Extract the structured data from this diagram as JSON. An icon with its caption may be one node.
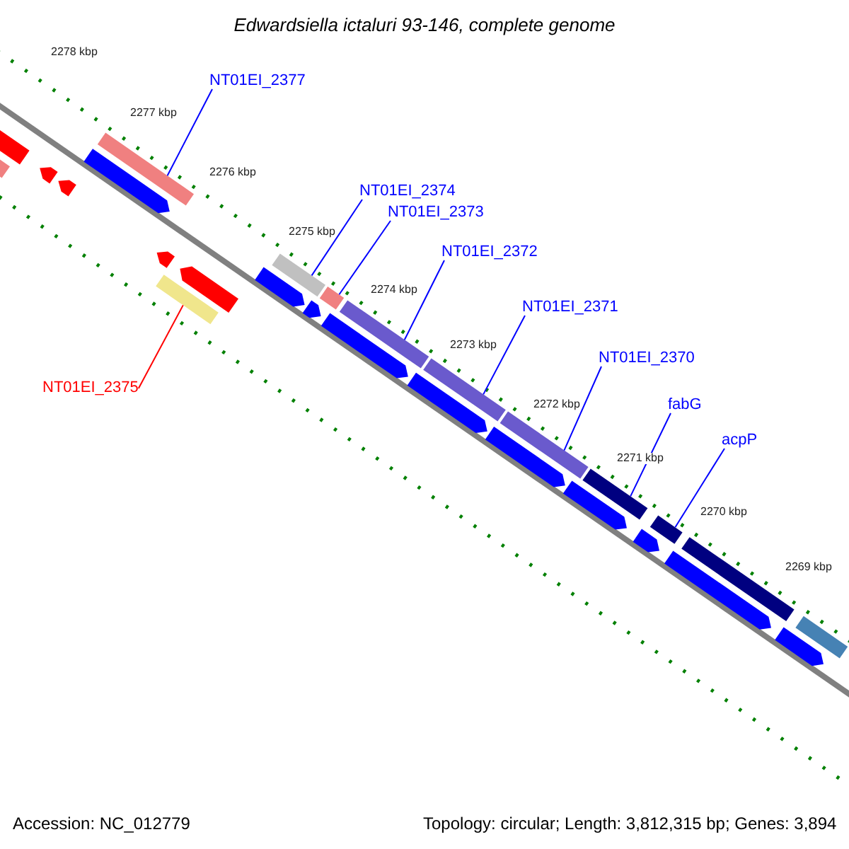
{
  "diagram": {
    "title": "Edwardsiella ictaluri 93-146, complete genome",
    "nodes": [
      {
        "text": [
          "NT01EI_2377"
        ]
      },
      {
        "text": [
          "NT01EI_2374"
        ]
      },
      {
        "text": [
          "NT01EI_2373"
        ]
      },
      {
        "text": [
          "NT01EI_2372"
        ]
      },
      {
        "text": [
          "NT01EI_2371"
        ]
      },
      {
        "text": [
          "NT01EI_2370"
        ]
      },
      {
        "text": [
          "NT01EI_2375"
        ]
      },
      {
        "text": [
          "fabG"
        ]
      },
      {
        "text": [
          "acpP"
        ]
      },
      {
        "text": [],
        "shape": "bar"
      },
      {
        "text": [],
        "shape": "bar"
      },
      {
        "text": [],
        "shape": "bar"
      },
      {
        "text": [],
        "shape": "bar"
      },
      {
        "text": [],
        "shape": "bar"
      },
      {
        "text": [],
        "shape": "bar"
      },
      {
        "text": [],
        "shape": "bar"
      },
      {
        "text": [],
        "shape": "bar"
      },
      {
        "text": [],
        "shape": "bar"
      },
      {
        "text": [],
        "shape": "bar"
      },
      {
        "text": [],
        "shape": "bar"
      },
      {
        "text": [],
        "shape": "arrow"
      },
      {
        "text": [],
        "shape": "arrow"
      },
      {
        "text": [],
        "shape": "arrow"
      },
      {
        "text": [],
        "shape": "arrow"
      },
      {
        "text": [],
        "shape": "bar"
      },
      {
        "text": [],
        "shape": "bar"
      },
      {
        "text": [],
        "shape": "arrow"
      },
      {
        "text": [],
        "shape": "arrow"
      },
      {
        "text": [],
        "shape": "arrow"
      },
      {
        "text": [],
        "shape": "arrow"
      },
      {
        "text": [],
        "shape": "arrow"
      },
      {
        "text": [],
        "shape": "arrow"
      },
      {
        "text": [],
        "shape": "arrow"
      },
      {
        "text": [],
        "shape": "arrow"
      },
      {
        "text": [],
        "shape": "arrow"
      },
      {
        "text": [],
        "shape": "arrow"
      }
    ],
    "edges": [
      {
        "from": 0,
        "to": 9,
        "arrow": "none"
      },
      {
        "from": 6,
        "to": 10,
        "arrow": "none",
        "color": "#ff0000"
      },
      {
        "from": 1,
        "to": 11,
        "arrow": "none"
      },
      {
        "from": 2,
        "to": 12,
        "arrow": "none"
      },
      {
        "from": 3,
        "to": 13,
        "arrow": "none"
      },
      {
        "from": 4,
        "to": 14,
        "arrow": "none"
      },
      {
        "from": 5,
        "to": 15,
        "arrow": "none"
      },
      {
        "from": 7,
        "to": 16,
        "arrow": "none"
      },
      {
        "from": 8,
        "to": 17,
        "arrow": "none"
      }
    ],
    "labels": [
      "2278 kbp",
      "2277 kbp",
      "2276 kbp",
      "2275 kbp",
      "2274 kbp",
      "2273 kbp",
      "2272 kbp",
      "2271 kbp",
      "2270 kbp",
      "2269 kbp",
      "Accession: NC_012779",
      "Topology: circular; Length: 3,812,315 bp; Genes: 3,894"
    ]
  }
}
